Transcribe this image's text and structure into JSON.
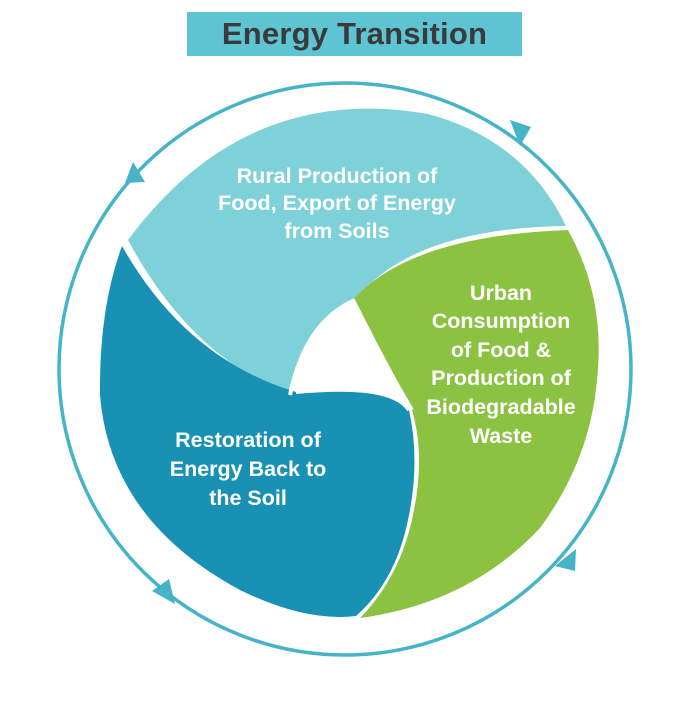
{
  "title": "Energy Transition",
  "colors": {
    "title_bg": "#5ec3d2",
    "ring": "#45b4c7",
    "segment_rural": "#7ed1d9",
    "segment_urban": "#8cc241",
    "segment_restoration": "#1891b4",
    "label_text": "#ffffff"
  },
  "segments": [
    {
      "id": "rural",
      "lines": [
        "Rural Production of",
        "Food, Export of Energy",
        "from Soils"
      ]
    },
    {
      "id": "urban",
      "lines": [
        "Urban",
        "Consumption",
        "of Food &",
        "Production of",
        "Biodegradable",
        "Waste"
      ]
    },
    {
      "id": "restoration",
      "lines": [
        "Restoration of",
        "Energy Back to",
        "the Soil"
      ]
    }
  ],
  "cycle_arrows": [
    "arrow-icon",
    "arrow-icon",
    "arrow-icon",
    "arrow-icon"
  ]
}
